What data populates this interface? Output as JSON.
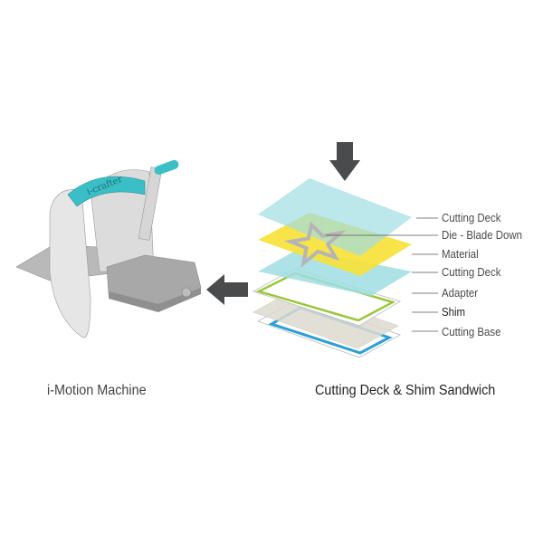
{
  "machine": {
    "caption": "i-Motion Machine",
    "logo": "i-crafter"
  },
  "sandwich": {
    "caption": "Cutting Deck & Shim Sandwich",
    "layers": [
      {
        "label": "Cutting Deck",
        "color": "#9fdde3"
      },
      {
        "label": "Die - Blade Down",
        "color": "#b5b5b5"
      },
      {
        "label": "Material",
        "color": "#f7e23a"
      },
      {
        "label": "Cutting Deck",
        "color": "#9fdde3"
      },
      {
        "label": "Adapter",
        "color": "#9cc63b"
      },
      {
        "label": "Shim",
        "color": "#dedbd0"
      },
      {
        "label": "Cutting Base",
        "color": "#2a9fd8"
      }
    ]
  },
  "colors": {
    "arrow": "#4a4b4d",
    "handle": "#3bbfc6",
    "machine": "#e3e3e3"
  }
}
